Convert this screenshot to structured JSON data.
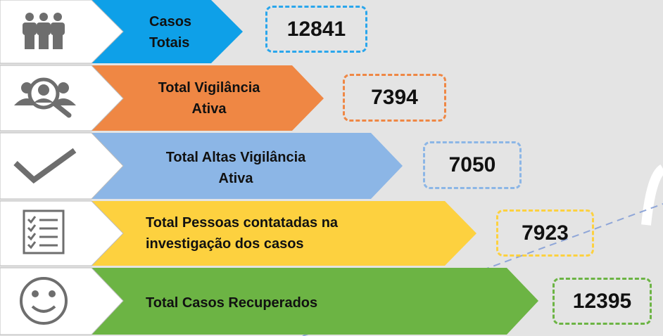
{
  "rows": [
    {
      "label_line1": "Casos",
      "label_line2": "Totais",
      "value": "12841",
      "color": "#0ea0e8",
      "icon": "people-group-icon"
    },
    {
      "label_line1": "Total Vigilância",
      "label_line2": "Ativa",
      "value": "7394",
      "color": "#ef8744",
      "icon": "person-search-icon"
    },
    {
      "label_line1": "Total Altas Vigilância",
      "label_line2": "Ativa",
      "value": "7050",
      "color": "#8cb6e6",
      "icon": "checkmark-icon"
    },
    {
      "label_line1": "Total Pessoas contatadas na",
      "label_line2": "investigação dos casos",
      "value": "7923",
      "color": "#fdd13f",
      "icon": "checklist-icon"
    },
    {
      "label_line1": "Total Casos Recuperados",
      "label_line2": "",
      "value": "12395",
      "color": "#6cb444",
      "icon": "smiley-icon"
    }
  ]
}
